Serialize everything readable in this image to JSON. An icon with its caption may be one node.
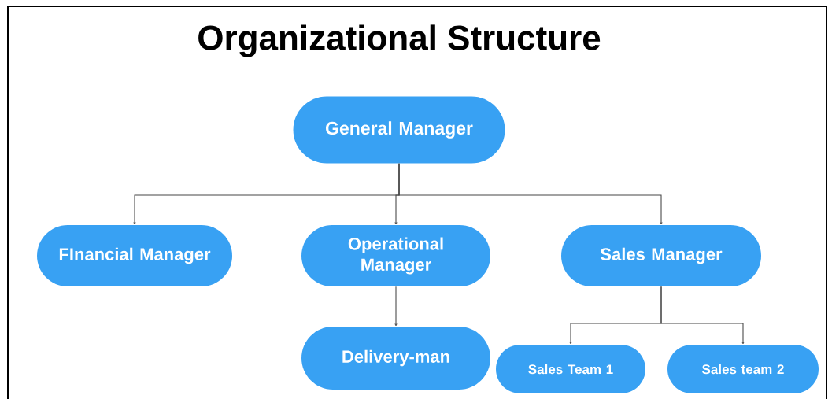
{
  "diagram": {
    "title": "Organizational Structure",
    "nodes": [
      {
        "text": [
          "General Manager"
        ]
      },
      {
        "text": [
          "FInancial Manager"
        ]
      },
      {
        "text": [
          "Operational Manager"
        ]
      },
      {
        "text": [
          "Sales Manager"
        ]
      },
      {
        "text": [
          "Delivery-man"
        ]
      },
      {
        "text": [
          "Sales Team 1"
        ]
      },
      {
        "text": [
          "Sales team 2"
        ]
      }
    ],
    "edges": [
      {
        "from": 0,
        "to": 1,
        "arrow": "to"
      },
      {
        "from": 0,
        "to": 2,
        "arrow": "to"
      },
      {
        "from": 0,
        "to": 3,
        "arrow": "to"
      },
      {
        "from": 2,
        "to": 4,
        "arrow": "to"
      },
      {
        "from": 3,
        "to": 5,
        "arrow": "to"
      },
      {
        "from": 3,
        "to": 6,
        "arrow": "to"
      }
    ]
  }
}
